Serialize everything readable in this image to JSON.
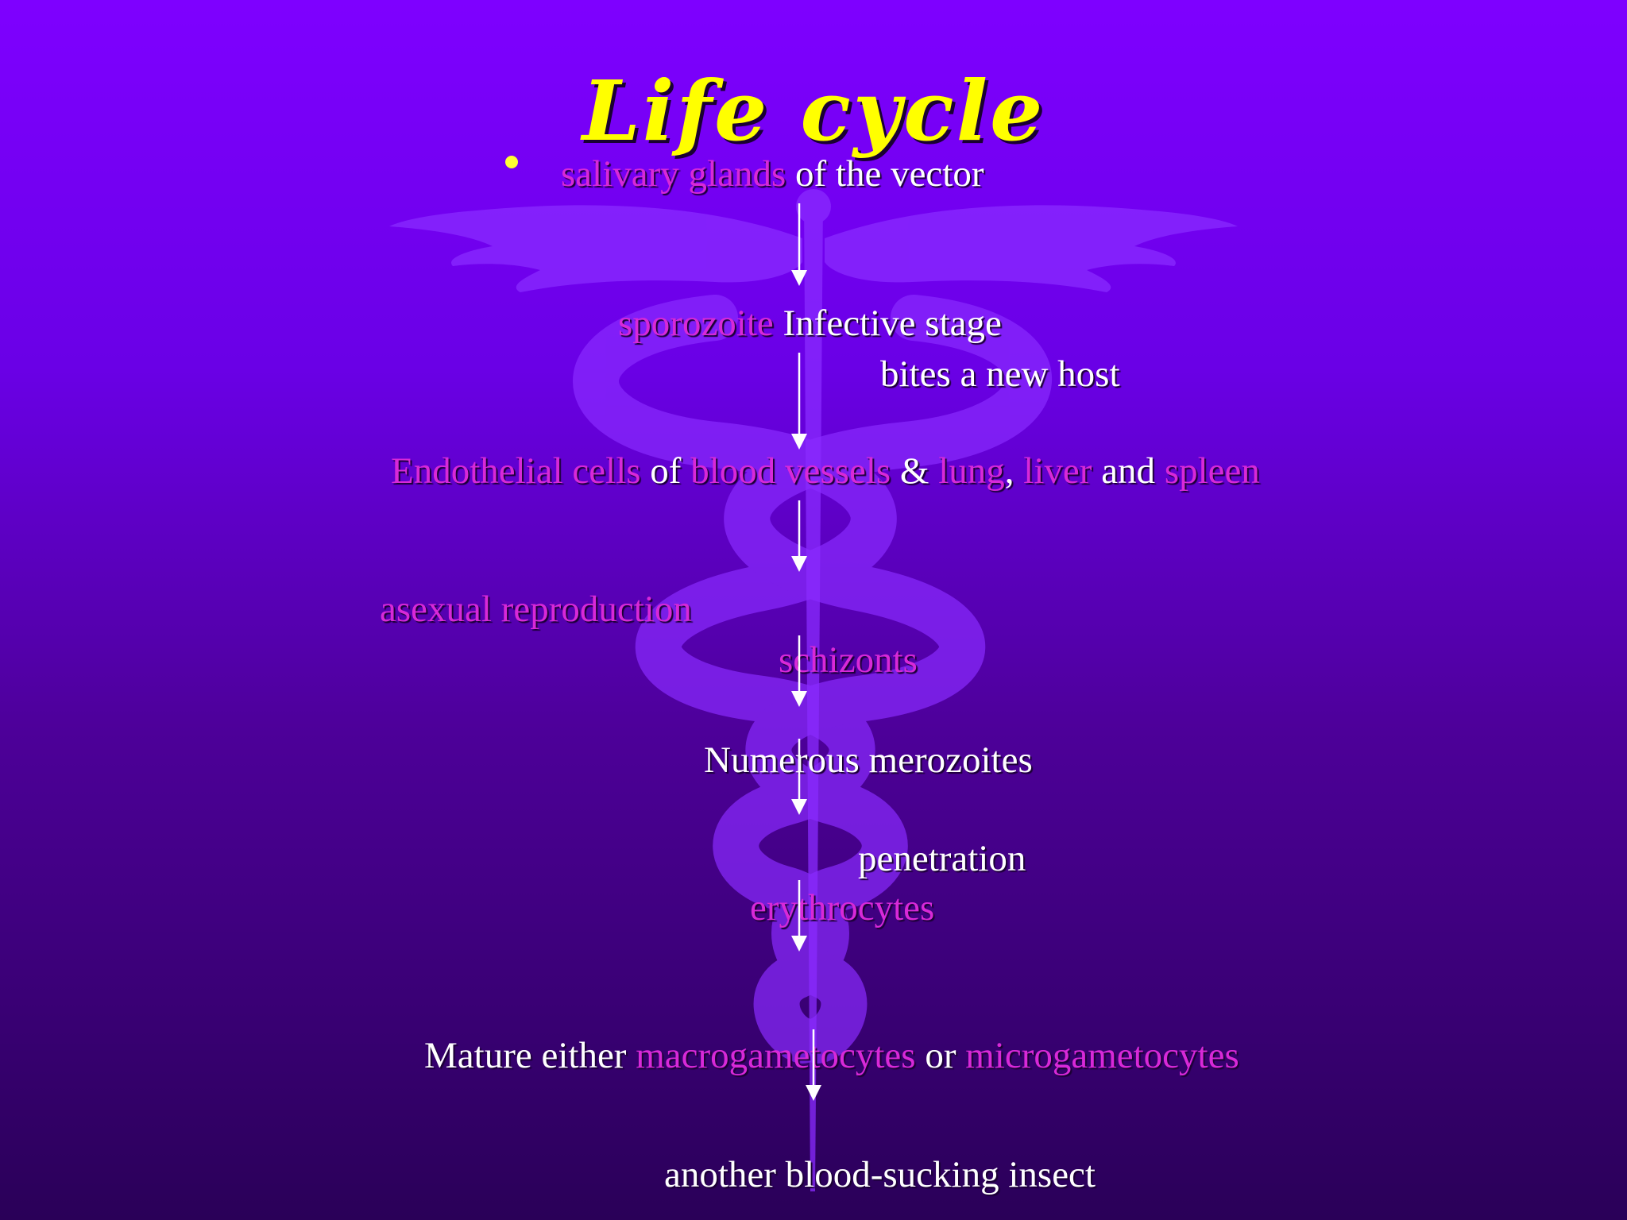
{
  "slide": {
    "title": "Life cycle"
  },
  "flow": {
    "salivary_glands": "salivary glands",
    "of_the_vector": " of the vector",
    "sporozoite": "sporozoite",
    "infective_stage": " Infective stage",
    "bites_new_host": "bites a new host",
    "endothelial_cells": "Endothelial cells",
    "of": " of ",
    "blood_vessels": "blood vessels",
    "amp": " & ",
    "lung": "lung",
    "comma": ", ",
    "liver": "liver",
    "and": " and ",
    "spleen": "spleen",
    "asexual_reproduction": "asexual reproduction",
    "schizonts": "schizonts",
    "numerous_merozoites": "Numerous merozoites",
    "penetration": "penetration",
    "erythrocytes": "erythrocytes",
    "mature_either": "Mature either ",
    "macrogametocytes": "macrogametocytes",
    "or": " or ",
    "microgametocytes": "microgametocytes",
    "another_insect": "another blood-sucking insect"
  },
  "colors": {
    "background_top": "#7e00ff",
    "background_bottom": "#2a0058",
    "title": "#ffff00",
    "highlight": "#d829d8",
    "text": "#ffffff",
    "caduceus": "#8a2bff"
  },
  "icons": {
    "background_emblem": "caduceus-icon",
    "bullet": "bullet-icon",
    "flow_arrow": "down-arrow-icon"
  }
}
